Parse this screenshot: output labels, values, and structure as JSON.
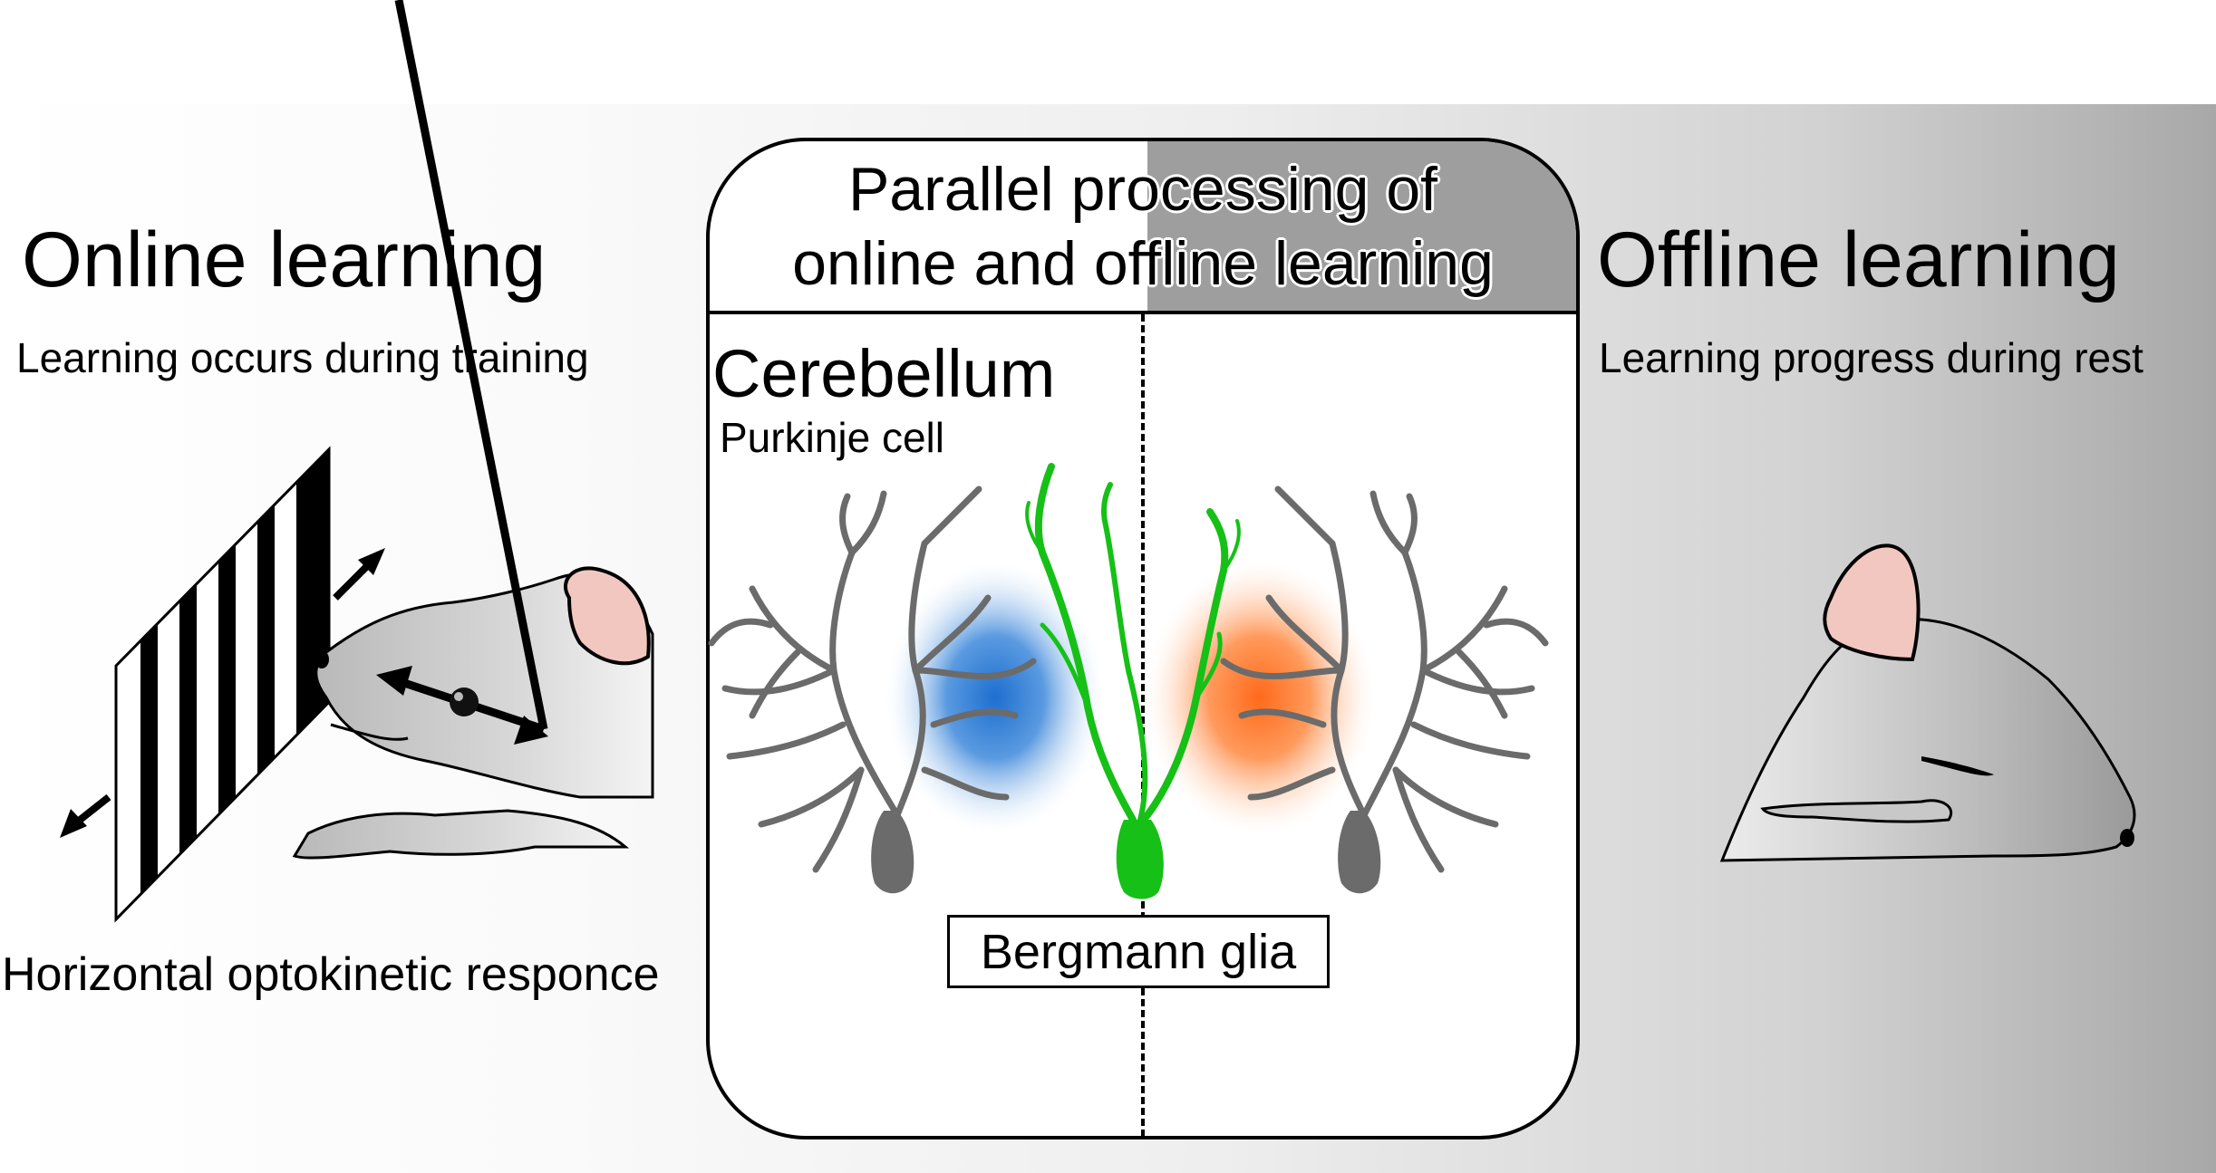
{
  "left": {
    "title": "Online learning",
    "subtitle": "Learning occurs during training",
    "caption": "Horizontal optokinetic responce"
  },
  "center": {
    "header_line1": "Parallel processing of",
    "header_line2": "online and offline learning",
    "region_label": "Cerebellum",
    "cell_label": "Purkinje cell",
    "glia_label": "Bergmann glia"
  },
  "right": {
    "title": "Offline learning",
    "subtitle": "Learning progress during rest"
  },
  "colors": {
    "online_glow": "#1e6fd0",
    "offline_glow": "#ff6a1a",
    "glia": "#16c016",
    "dendrite": "#6b6b6b",
    "mouse_ear": "#f2c7c0"
  },
  "icons": [
    "striped-drum-icon",
    "awake-mouse-icon",
    "sleeping-mouse-icon",
    "purkinje-cell-icon",
    "bergmann-glia-icon",
    "eye-movement-arrow-icon",
    "rotation-arrow-icon"
  ]
}
